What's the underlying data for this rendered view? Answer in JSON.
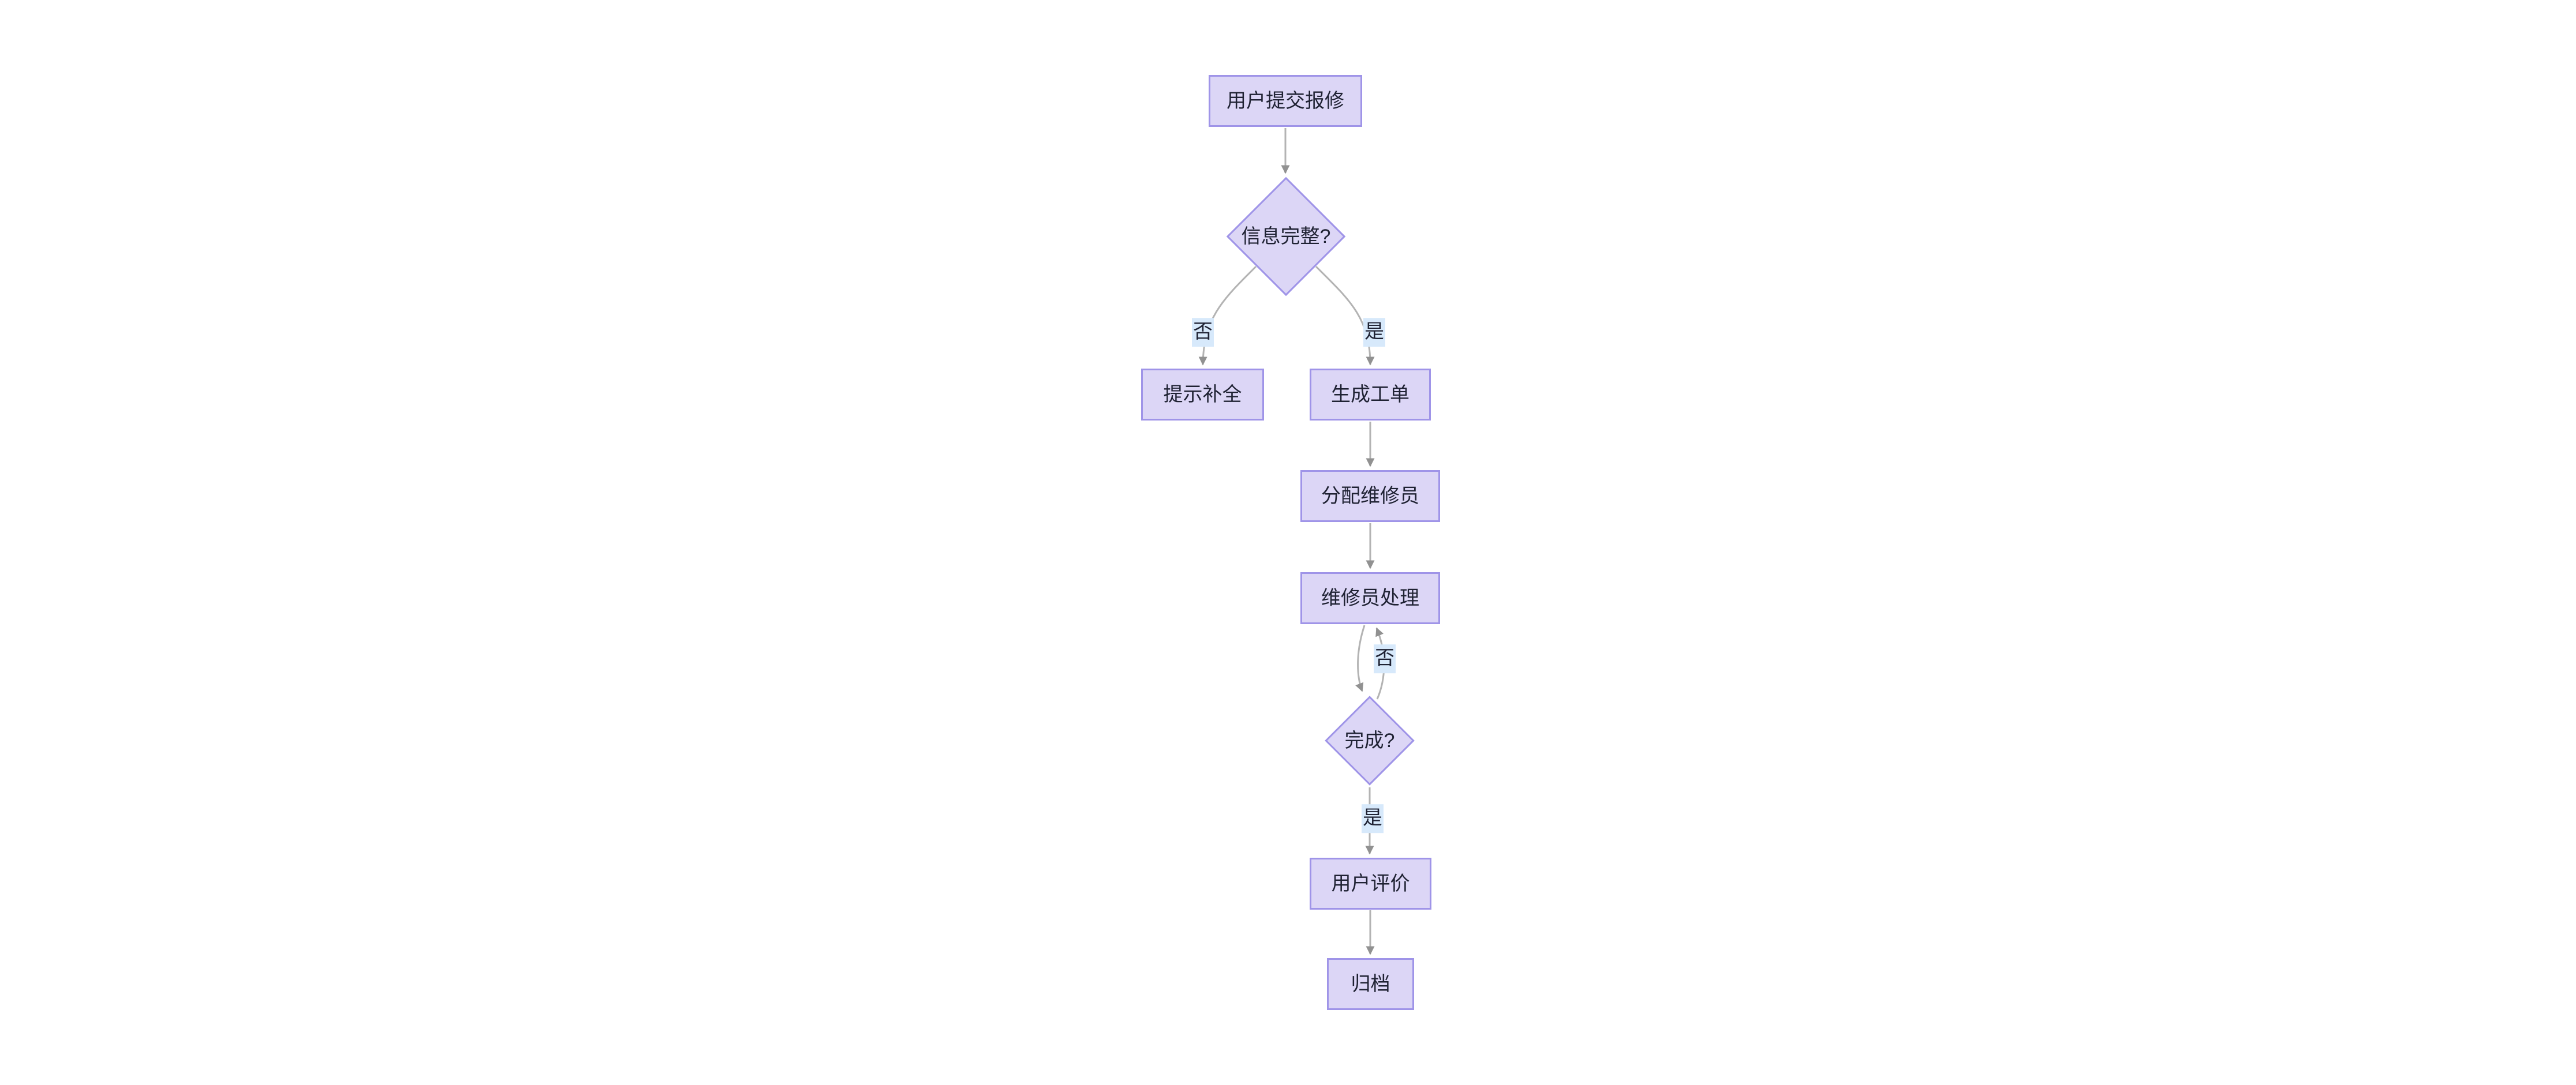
{
  "diagram": {
    "type": "flowchart",
    "direction": "top-down",
    "colors": {
      "node_fill": "#dcd6f6",
      "node_border": "#9f94e8",
      "edge": "#b3b3b3",
      "arrow": "#919191",
      "text": "#1f2233",
      "label_bg": "#d7e9fb",
      "canvas": "#ffffff"
    },
    "nodes": [
      {
        "id": "A",
        "shape": "rect",
        "label": "用户提交报修"
      },
      {
        "id": "B",
        "shape": "diamond",
        "label": "信息完整?"
      },
      {
        "id": "C",
        "shape": "rect",
        "label": "提示补全"
      },
      {
        "id": "D",
        "shape": "rect",
        "label": "生成工单"
      },
      {
        "id": "E",
        "shape": "rect",
        "label": "分配维修员"
      },
      {
        "id": "F",
        "shape": "rect",
        "label": "维修员处理"
      },
      {
        "id": "G",
        "shape": "diamond",
        "label": "完成?"
      },
      {
        "id": "H",
        "shape": "rect",
        "label": "用户评价"
      },
      {
        "id": "I",
        "shape": "rect",
        "label": "归档"
      }
    ],
    "edges": [
      {
        "from": "A",
        "to": "B",
        "label": ""
      },
      {
        "from": "B",
        "to": "C",
        "label": "否"
      },
      {
        "from": "B",
        "to": "D",
        "label": "是"
      },
      {
        "from": "D",
        "to": "E",
        "label": ""
      },
      {
        "from": "E",
        "to": "F",
        "label": ""
      },
      {
        "from": "F",
        "to": "G",
        "label": ""
      },
      {
        "from": "G",
        "to": "F",
        "label": "否"
      },
      {
        "from": "G",
        "to": "H",
        "label": "是"
      },
      {
        "from": "H",
        "to": "I",
        "label": ""
      }
    ]
  }
}
